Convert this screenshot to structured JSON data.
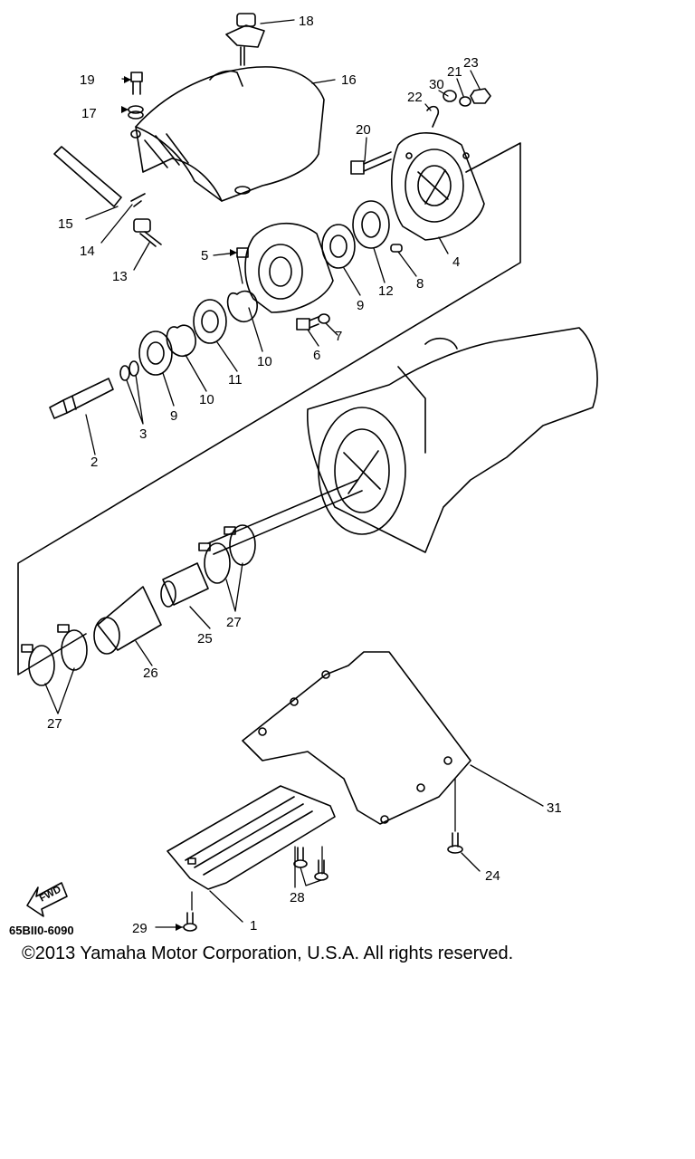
{
  "diagram": {
    "part_code": "65BII0-6090",
    "direction_label": "FWD",
    "callouts": [
      {
        "id": "c1",
        "label": "1"
      },
      {
        "id": "c2",
        "label": "2"
      },
      {
        "id": "c3",
        "label": "3"
      },
      {
        "id": "c4",
        "label": "4"
      },
      {
        "id": "c5",
        "label": "5"
      },
      {
        "id": "c6",
        "label": "6"
      },
      {
        "id": "c7",
        "label": "7"
      },
      {
        "id": "c8",
        "label": "8"
      },
      {
        "id": "c9a",
        "label": "9"
      },
      {
        "id": "c9b",
        "label": "9"
      },
      {
        "id": "c10a",
        "label": "10"
      },
      {
        "id": "c10b",
        "label": "10"
      },
      {
        "id": "c11",
        "label": "11"
      },
      {
        "id": "c12",
        "label": "12"
      },
      {
        "id": "c13",
        "label": "13"
      },
      {
        "id": "c14",
        "label": "14"
      },
      {
        "id": "c15",
        "label": "15"
      },
      {
        "id": "c16",
        "label": "16"
      },
      {
        "id": "c17",
        "label": "17"
      },
      {
        "id": "c18",
        "label": "18"
      },
      {
        "id": "c19",
        "label": "19"
      },
      {
        "id": "c20",
        "label": "20"
      },
      {
        "id": "c21",
        "label": "21"
      },
      {
        "id": "c22",
        "label": "22"
      },
      {
        "id": "c23",
        "label": "23"
      },
      {
        "id": "c24",
        "label": "24"
      },
      {
        "id": "c25",
        "label": "25"
      },
      {
        "id": "c26",
        "label": "26"
      },
      {
        "id": "c27a",
        "label": "27"
      },
      {
        "id": "c27b",
        "label": "27"
      },
      {
        "id": "c28",
        "label": "28"
      },
      {
        "id": "c29",
        "label": "29"
      },
      {
        "id": "c30",
        "label": "30"
      },
      {
        "id": "c31",
        "label": "31"
      }
    ]
  },
  "copyright": "©2013 Yamaha Motor Corporation, U.S.A. All rights reserved."
}
